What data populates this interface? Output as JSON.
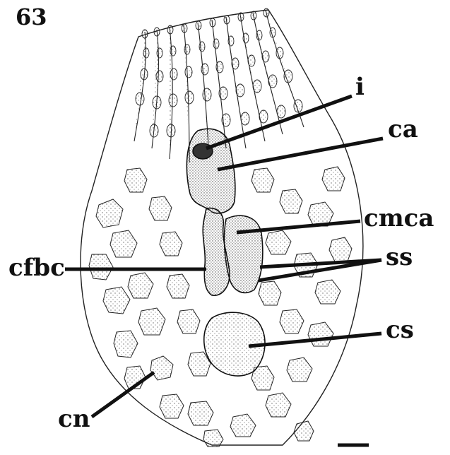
{
  "figure": {
    "number": "63",
    "labels": {
      "i": "i",
      "ca": "ca",
      "cmca": "cmca",
      "cfbc": "cfbc",
      "ss": "ss",
      "cs": "cs",
      "cn": "cn"
    }
  },
  "colors": {
    "ink": "#111111",
    "stipple": "#555555",
    "background": "#ffffff"
  }
}
